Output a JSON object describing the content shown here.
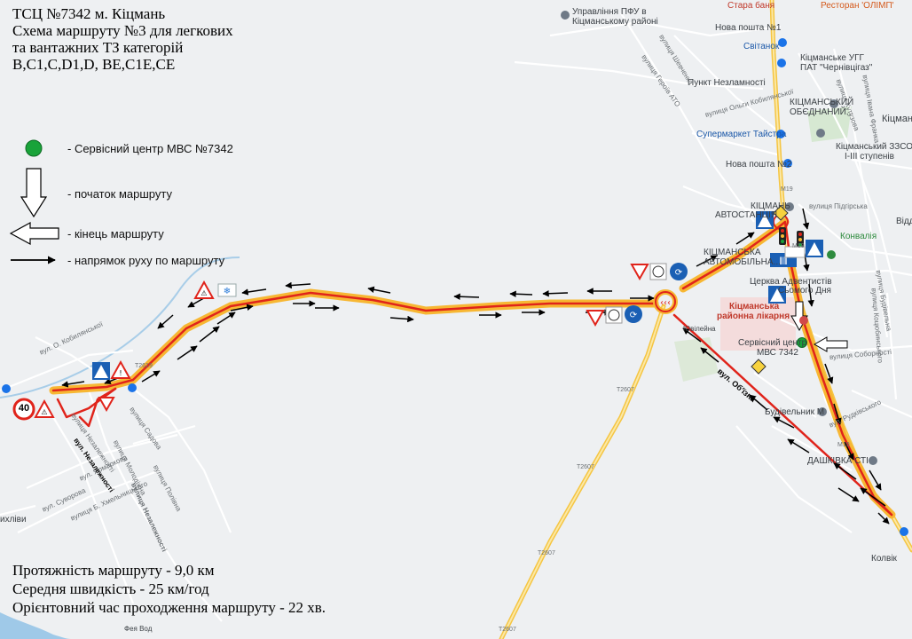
{
  "title": {
    "line1": "ТСЦ №7342 м. Кіцмань",
    "line2": "Схема маршруту №3 для легкових",
    "line3": "та вантажних ТЗ категорій",
    "line4": "B,C1,C,D1,D, BE,C1E,CE"
  },
  "legend": {
    "service_center": "-  Сервісний центр МВС №7342",
    "route_start": "-  початок маршруту",
    "route_end": "-  кінець маршруту",
    "direction": "-  напрямок руху по маршруту"
  },
  "stats": {
    "length": "Протяжність маршруту - 9,0 км",
    "speed": "Середня швидкість - 25 км/год",
    "time": "Орієнтовний час проходження маршруту - 22 хв."
  },
  "places": {
    "pension_fund": "Управління ПФУ в",
    "pension_fund2": "Кіцманському районі",
    "stara_bania": "Стара баня",
    "restaurant": "Ресторан 'ОЛІМП'",
    "nova_poshta1": "Нова пошта №1",
    "svitanok": "Світанок",
    "ugg1": "Кіцманське УГГ",
    "ugg2": "ПАТ \"Чернівцігаз\"",
    "punkt": "Пункт Незламності",
    "obied1": "КІЦМАНСЬКИЙ",
    "obied2": "ОБЄДНАНИЙ...",
    "kitsman_town": "Кіцман",
    "supermarket": "Супермаркет Тайстра",
    "school1": "Кіцманський ЗЗСО",
    "school2": "І-ІІІ ступенів",
    "nova_poshta2": "Нова пошта №2",
    "bus1": "КІЦМАНЬ",
    "bus2": "АВТОСТАНЦІЯ",
    "avto1": "КІЦМАНСЬКА",
    "avto2": "АВТОМОБІЛЬНА...",
    "konvalia": "Конвалія",
    "church1": "Церква Адвентистів",
    "church2": "Сьомого Дня",
    "hospital1": "Кіцманська",
    "hospital2": "районна лікарня",
    "service1": "Сервісний центр",
    "service2": "МВС 7342",
    "budivelnyk": "Будівельник М",
    "dashkivka": "ДАШКІВКА СТІ",
    "kolvik": "Колвік",
    "yuvileina": "Ювілейна",
    "mykhlivy": "ихліви",
    "viddil": "Відділ",
    "voda": "Фея Вод"
  },
  "streets": {
    "s1": "вулиця Героїв АТО",
    "s2": "вулиця Шевченка",
    "s3": "вулиця Ольги Кобилянської",
    "s4": "вулиця Кутузова",
    "s5": "вулиця Підгірська",
    "s6": "вулиця Соборності",
    "s7": "вулиця Садова",
    "s8": "вулиця Незалежності",
    "s9": "вулиця Молодіжна",
    "s10": "вулиця Полівна",
    "s11": "вул. О. Кобилянської",
    "s12": "вул. Суворова",
    "s13": "вулиця Б. Хмельницького",
    "s14": "вул. Ярмаркова",
    "s15": "вулиця Незалежності",
    "s16": "вул. Незалежності",
    "s17": "вул. Рудківського",
    "s18": "вулиця Будівельна",
    "s19": "вулиця Коцюбинського",
    "s20": "вул. Об'їзна",
    "s21": "вулиця Івана Франка"
  },
  "road_numbers": {
    "t2607_a": "T2607",
    "t2607_b": "T2607",
    "t2607_c": "T2607",
    "t2607_d": "T2607",
    "t2619": "T2619",
    "m19_a": "M19",
    "m19_b": "M19",
    "m19_c": "M19"
  },
  "signs": {
    "speed_limit": "40"
  },
  "colors": {
    "route_red": "#e0241b",
    "route_halo": "#f7b733",
    "major_road": "#f5c542",
    "service_green": "#19a33a",
    "sign_blue": "#1a5fb4"
  }
}
